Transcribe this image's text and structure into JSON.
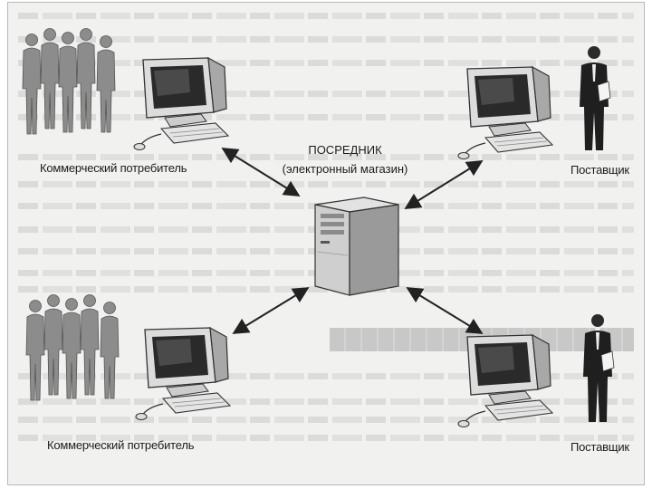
{
  "hub": {
    "title": "ПОСРЕДНИК",
    "subtitle": "(электронный магазин)"
  },
  "nodes": {
    "top_left": "Коммерческий потребитель",
    "bottom_left": "Коммерческий потребитель",
    "top_right": "Поставщик",
    "bottom_right": "Поставщик"
  }
}
